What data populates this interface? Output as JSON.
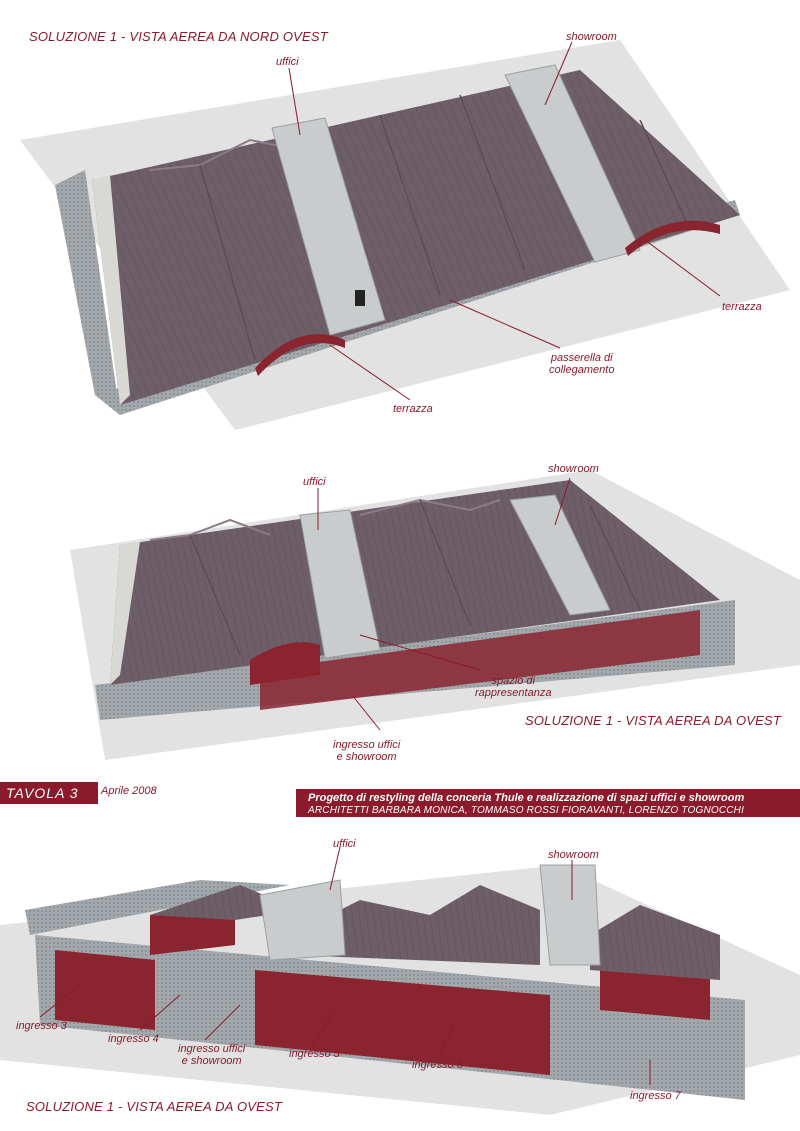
{
  "views": [
    {
      "title": "SOLUZIONE 1 - VISTA AEREA DA NORD OVEST",
      "labels": {
        "uffici": "uffici",
        "showroom": "showroom",
        "terrazza_right": "terrazza",
        "passerella_1": "passerella di",
        "passerella_2": "collegamento",
        "terrazza_bottom": "terrazza"
      }
    },
    {
      "title": "SOLUZIONE 1 - VISTA AEREA DA OVEST",
      "labels": {
        "uffici": "uffici",
        "showroom": "showroom",
        "spazio_1": "spazio di",
        "spazio_2": "rappresentanza",
        "ingresso_1": "ingresso uffici",
        "ingresso_2": "e showroom"
      }
    },
    {
      "title": "SOLUZIONE 1 - VISTA AEREA DA OVEST",
      "labels": {
        "uffici": "uffici",
        "showroom": "showroom",
        "ingresso3": "ingresso 3",
        "ingresso4": "ingresso 4",
        "ingresso_uffici_1": "ingresso uffici",
        "ingresso_uffici_2": "e showroom",
        "ingresso5": "ingresso 5",
        "ingresso6": "ingresso 6",
        "ingresso7": "ingresso 7"
      }
    }
  ],
  "sheet": {
    "tavola": "TAVOLA 3",
    "date": "Aprile 2008",
    "project_title": "Progetto di restyling della conceria Thule e realizzazione di spazi uffici e showroom",
    "architects": "ARCHITETTI BARBARA MONICA, TOMMASO ROSSI FIORAVANTI, LORENZO TOGNOCCHI"
  },
  "colors": {
    "accent": "#8b1a2b",
    "roof": "#6e5e68",
    "facade_red": "#8a2530",
    "mesh_gray": "#9a9fa3",
    "ground": "#e2e2e2"
  }
}
